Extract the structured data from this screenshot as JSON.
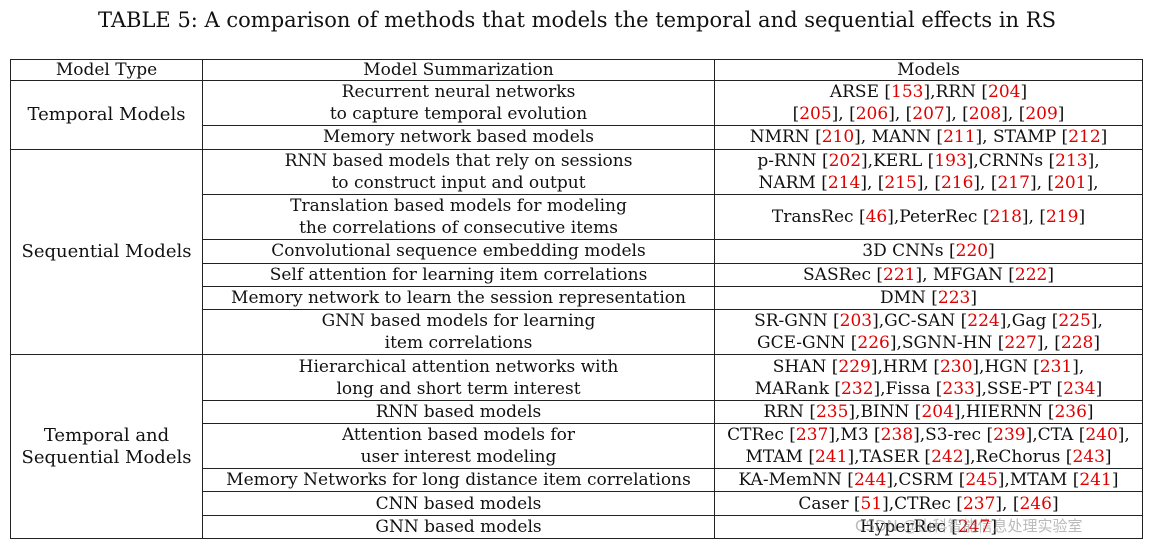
{
  "title": "TABLE 5: A comparison of methods that models the temporal and sequential effects in RS",
  "headers": [
    "Model Type",
    "Model Summarization",
    "Models"
  ],
  "groups": [
    {
      "type_lines": [
        "Temporal Models"
      ],
      "rows": [
        {
          "summary": [
            "Recurrent neural networks",
            "to capture temporal evolution"
          ],
          "models": [
            [
              {
                "t": "ARSE ["
              },
              {
                "r": "153"
              },
              {
                "t": "],RRN ["
              },
              {
                "r": "204"
              },
              {
                "t": "]"
              }
            ],
            [
              {
                "t": "["
              },
              {
                "r": "205"
              },
              {
                "t": "], ["
              },
              {
                "r": "206"
              },
              {
                "t": "], ["
              },
              {
                "r": "207"
              },
              {
                "t": "], ["
              },
              {
                "r": "208"
              },
              {
                "t": "], ["
              },
              {
                "r": "209"
              },
              {
                "t": "]"
              }
            ]
          ]
        },
        {
          "summary": [
            "Memory network based models"
          ],
          "models": [
            [
              {
                "t": "NMRN ["
              },
              {
                "r": "210"
              },
              {
                "t": "], MANN ["
              },
              {
                "r": "211"
              },
              {
                "t": "], STAMP ["
              },
              {
                "r": "212"
              },
              {
                "t": "]"
              }
            ]
          ]
        }
      ]
    },
    {
      "type_lines": [
        "Sequential Models"
      ],
      "rows": [
        {
          "summary": [
            "RNN based models that rely on sessions",
            "to construct input and output"
          ],
          "models": [
            [
              {
                "t": "p-RNN ["
              },
              {
                "r": "202"
              },
              {
                "t": "],KERL ["
              },
              {
                "r": "193"
              },
              {
                "t": "],CRNNs ["
              },
              {
                "r": "213"
              },
              {
                "t": "],"
              }
            ],
            [
              {
                "t": "NARM ["
              },
              {
                "r": "214"
              },
              {
                "t": "], ["
              },
              {
                "r": "215"
              },
              {
                "t": "], ["
              },
              {
                "r": "216"
              },
              {
                "t": "], ["
              },
              {
                "r": "217"
              },
              {
                "t": "], ["
              },
              {
                "r": "201"
              },
              {
                "t": "],"
              }
            ]
          ]
        },
        {
          "summary": [
            "Translation based models for modeling",
            "the correlations of consecutive items"
          ],
          "models": [
            [
              {
                "t": "TransRec ["
              },
              {
                "r": "46"
              },
              {
                "t": "],PeterRec ["
              },
              {
                "r": "218"
              },
              {
                "t": "], ["
              },
              {
                "r": "219"
              },
              {
                "t": "]"
              }
            ]
          ]
        },
        {
          "summary": [
            "Convolutional sequence embedding models"
          ],
          "models": [
            [
              {
                "t": "3D CNNs ["
              },
              {
                "r": "220"
              },
              {
                "t": "]"
              }
            ]
          ]
        },
        {
          "summary": [
            "Self attention for learning item correlations"
          ],
          "models": [
            [
              {
                "t": "SASRec ["
              },
              {
                "r": "221"
              },
              {
                "t": "], MFGAN ["
              },
              {
                "r": "222"
              },
              {
                "t": "]"
              }
            ]
          ]
        },
        {
          "summary": [
            "Memory network to learn the session representation"
          ],
          "models": [
            [
              {
                "t": "DMN ["
              },
              {
                "r": "223"
              },
              {
                "t": "]"
              }
            ]
          ]
        },
        {
          "summary": [
            "GNN based models for learning",
            "item correlations"
          ],
          "models": [
            [
              {
                "t": "SR-GNN ["
              },
              {
                "r": "203"
              },
              {
                "t": "],GC-SAN ["
              },
              {
                "r": "224"
              },
              {
                "t": "],Gag ["
              },
              {
                "r": "225"
              },
              {
                "t": "],"
              }
            ],
            [
              {
                "t": "GCE-GNN ["
              },
              {
                "r": "226"
              },
              {
                "t": "],SGNN-HN ["
              },
              {
                "r": "227"
              },
              {
                "t": "], ["
              },
              {
                "r": "228"
              },
              {
                "t": "]"
              }
            ]
          ]
        }
      ]
    },
    {
      "type_lines": [
        "Temporal and",
        "Sequential Models"
      ],
      "rows": [
        {
          "summary": [
            "Hierarchical attention networks with",
            "long and short term interest"
          ],
          "models": [
            [
              {
                "t": "SHAN ["
              },
              {
                "r": "229"
              },
              {
                "t": "],HRM ["
              },
              {
                "r": "230"
              },
              {
                "t": "],HGN ["
              },
              {
                "r": "231"
              },
              {
                "t": "],"
              }
            ],
            [
              {
                "t": "MARank ["
              },
              {
                "r": "232"
              },
              {
                "t": "],Fissa ["
              },
              {
                "r": "233"
              },
              {
                "t": "],SSE-PT ["
              },
              {
                "r": "234"
              },
              {
                "t": "]"
              }
            ]
          ]
        },
        {
          "summary": [
            "RNN based models"
          ],
          "models": [
            [
              {
                "t": "RRN ["
              },
              {
                "r": "235"
              },
              {
                "t": "],BINN ["
              },
              {
                "r": "204"
              },
              {
                "t": "],HIERNN ["
              },
              {
                "r": "236"
              },
              {
                "t": "]"
              }
            ]
          ]
        },
        {
          "summary": [
            "Attention based models for",
            "user interest modeling"
          ],
          "models": [
            [
              {
                "t": "CTRec ["
              },
              {
                "r": "237"
              },
              {
                "t": "],M3 ["
              },
              {
                "r": "238"
              },
              {
                "t": "],S3-rec ["
              },
              {
                "r": "239"
              },
              {
                "t": "],CTA ["
              },
              {
                "r": "240"
              },
              {
                "t": "],"
              }
            ],
            [
              {
                "t": "MTAM ["
              },
              {
                "r": "241"
              },
              {
                "t": "],TASER ["
              },
              {
                "r": "242"
              },
              {
                "t": "],ReChorus ["
              },
              {
                "r": "243"
              },
              {
                "t": "]"
              }
            ]
          ]
        },
        {
          "summary": [
            "Memory Networks for long distance item correlations"
          ],
          "models": [
            [
              {
                "t": "KA-MemNN ["
              },
              {
                "r": "244"
              },
              {
                "t": "],CSRM ["
              },
              {
                "r": "245"
              },
              {
                "t": "],MTAM ["
              },
              {
                "r": "241"
              },
              {
                "t": "]"
              }
            ]
          ]
        },
        {
          "summary": [
            "CNN based models"
          ],
          "models": [
            [
              {
                "t": "Caser ["
              },
              {
                "r": "51"
              },
              {
                "t": "],CTRec ["
              },
              {
                "r": "237"
              },
              {
                "t": "], ["
              },
              {
                "r": "246"
              },
              {
                "t": "]"
              }
            ]
          ]
        },
        {
          "summary": [
            "GNN based models"
          ],
          "models": [
            [
              {
                "t": "HyperRec ["
              },
              {
                "r": "247"
              },
              {
                "t": "]"
              }
            ]
          ]
        }
      ]
    }
  ],
  "watermark": "CSDN @山科智能信息处理实验室",
  "colors": {
    "reference": "#e00000",
    "border": "#222222",
    "text": "#111111"
  }
}
